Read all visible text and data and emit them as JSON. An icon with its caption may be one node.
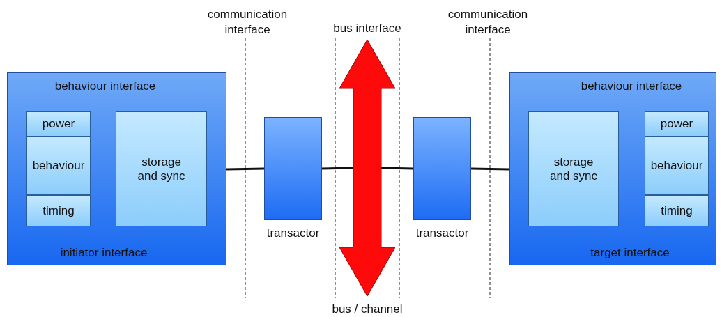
{
  "diagram": {
    "nodes": [
      {
        "text": [
          "behaviour interface",
          "initiator interface"
        ]
      },
      {
        "text": [
          "power"
        ],
        "in": 0
      },
      {
        "text": [
          "behaviour"
        ],
        "in": 0
      },
      {
        "text": [
          "timing"
        ],
        "in": 0
      },
      {
        "text": [
          "storage and sync"
        ],
        "in": 0
      },
      {
        "text": [
          "transactor"
        ]
      },
      {
        "text": [],
        "shape": "arrow",
        "beside": [
          "bus / channel"
        ]
      },
      {
        "text": [
          "transactor"
        ]
      },
      {
        "text": [
          "behaviour interface",
          "target interface"
        ]
      },
      {
        "text": [
          "storage and sync"
        ],
        "in": 8
      },
      {
        "text": [
          "power"
        ],
        "in": 8
      },
      {
        "text": [
          "behaviour"
        ],
        "in": 8
      },
      {
        "text": [
          "timing"
        ],
        "in": 8
      }
    ],
    "edges": [
      {
        "from": 0,
        "to": 5,
        "arrow": "none"
      },
      {
        "from": 5,
        "to": 6,
        "arrow": "none"
      },
      {
        "from": 6,
        "to": 7,
        "arrow": "none"
      },
      {
        "from": 7,
        "to": 8,
        "arrow": "none"
      }
    ],
    "labels": [
      "communication interface",
      "bus interface",
      "communication interface"
    ]
  }
}
